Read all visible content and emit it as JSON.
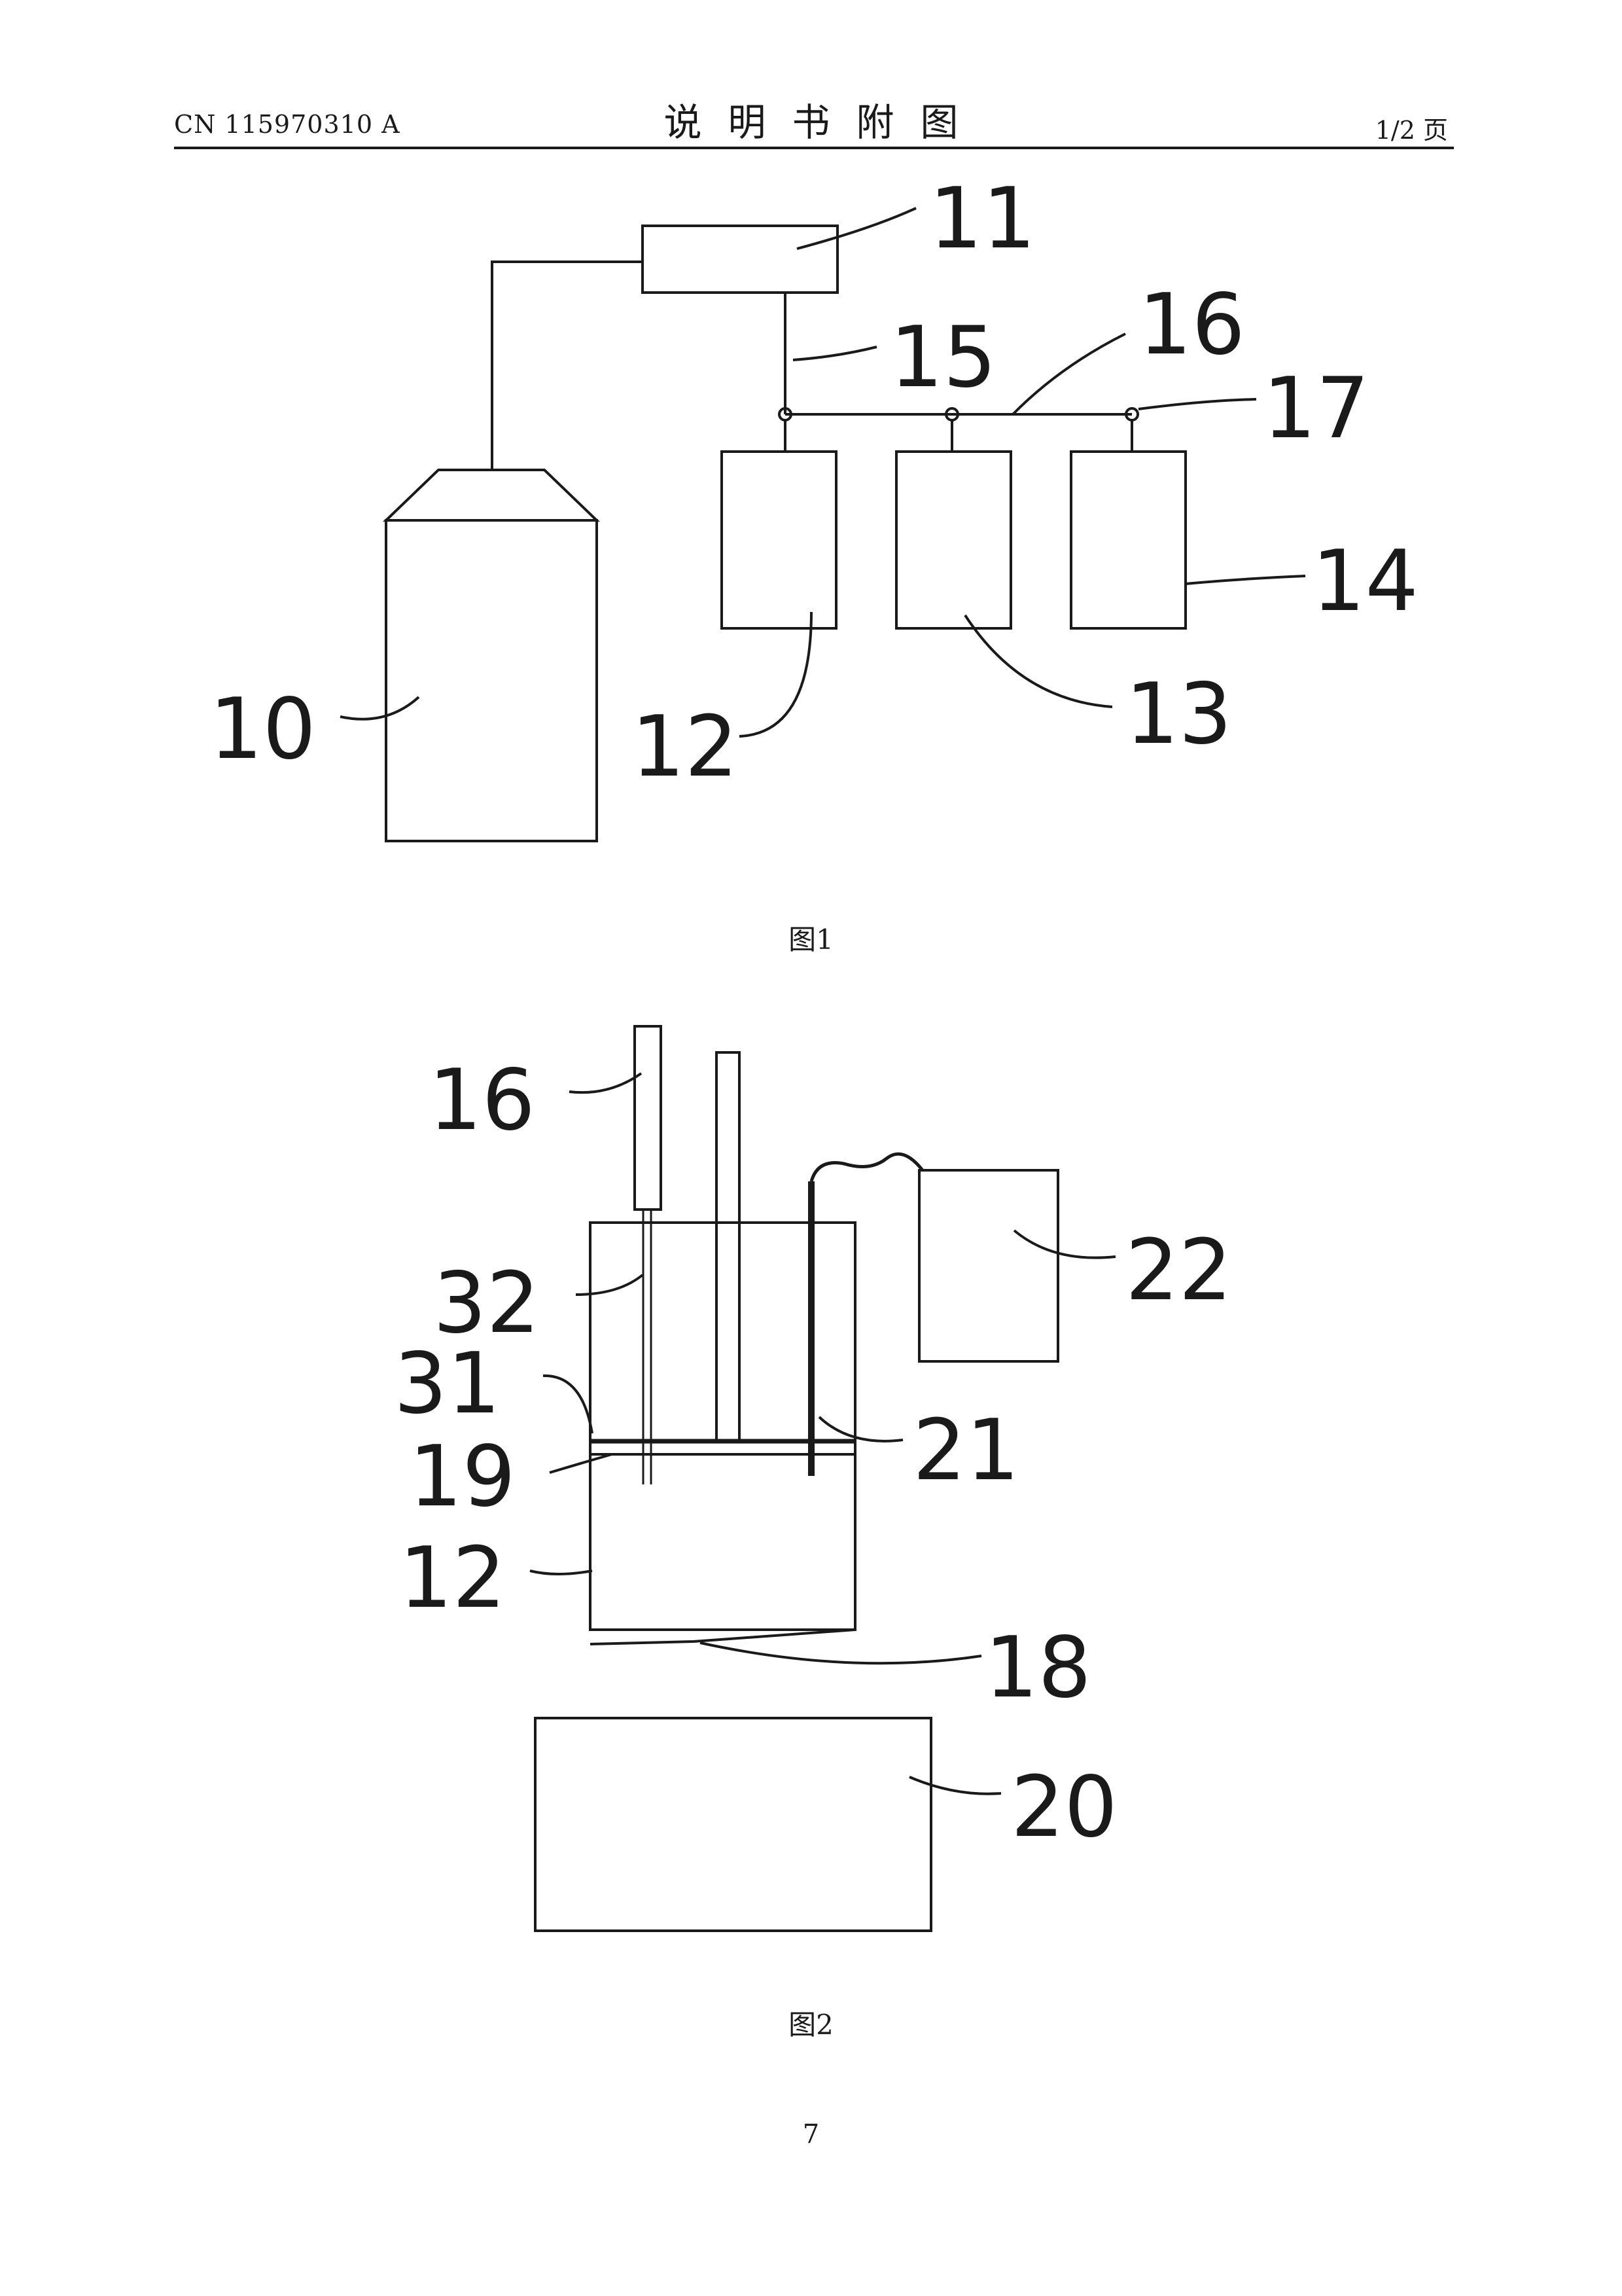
{
  "header": {
    "doc_number": "CN 115970310 A",
    "title": "说明书附图",
    "page_of": "1/2 页"
  },
  "figure1": {
    "caption": "图1",
    "labels": {
      "l10": "10",
      "l11": "11",
      "l12": "12",
      "l13": "13",
      "l14": "14",
      "l15": "15",
      "l16": "16",
      "l17": "17"
    }
  },
  "figure2": {
    "caption": "图2",
    "labels": {
      "l16": "16",
      "l32": "32",
      "l31": "31",
      "l19": "19",
      "l12": "12",
      "l18": "18",
      "l20": "20",
      "l21": "21",
      "l22": "22"
    }
  },
  "page_number": "7"
}
